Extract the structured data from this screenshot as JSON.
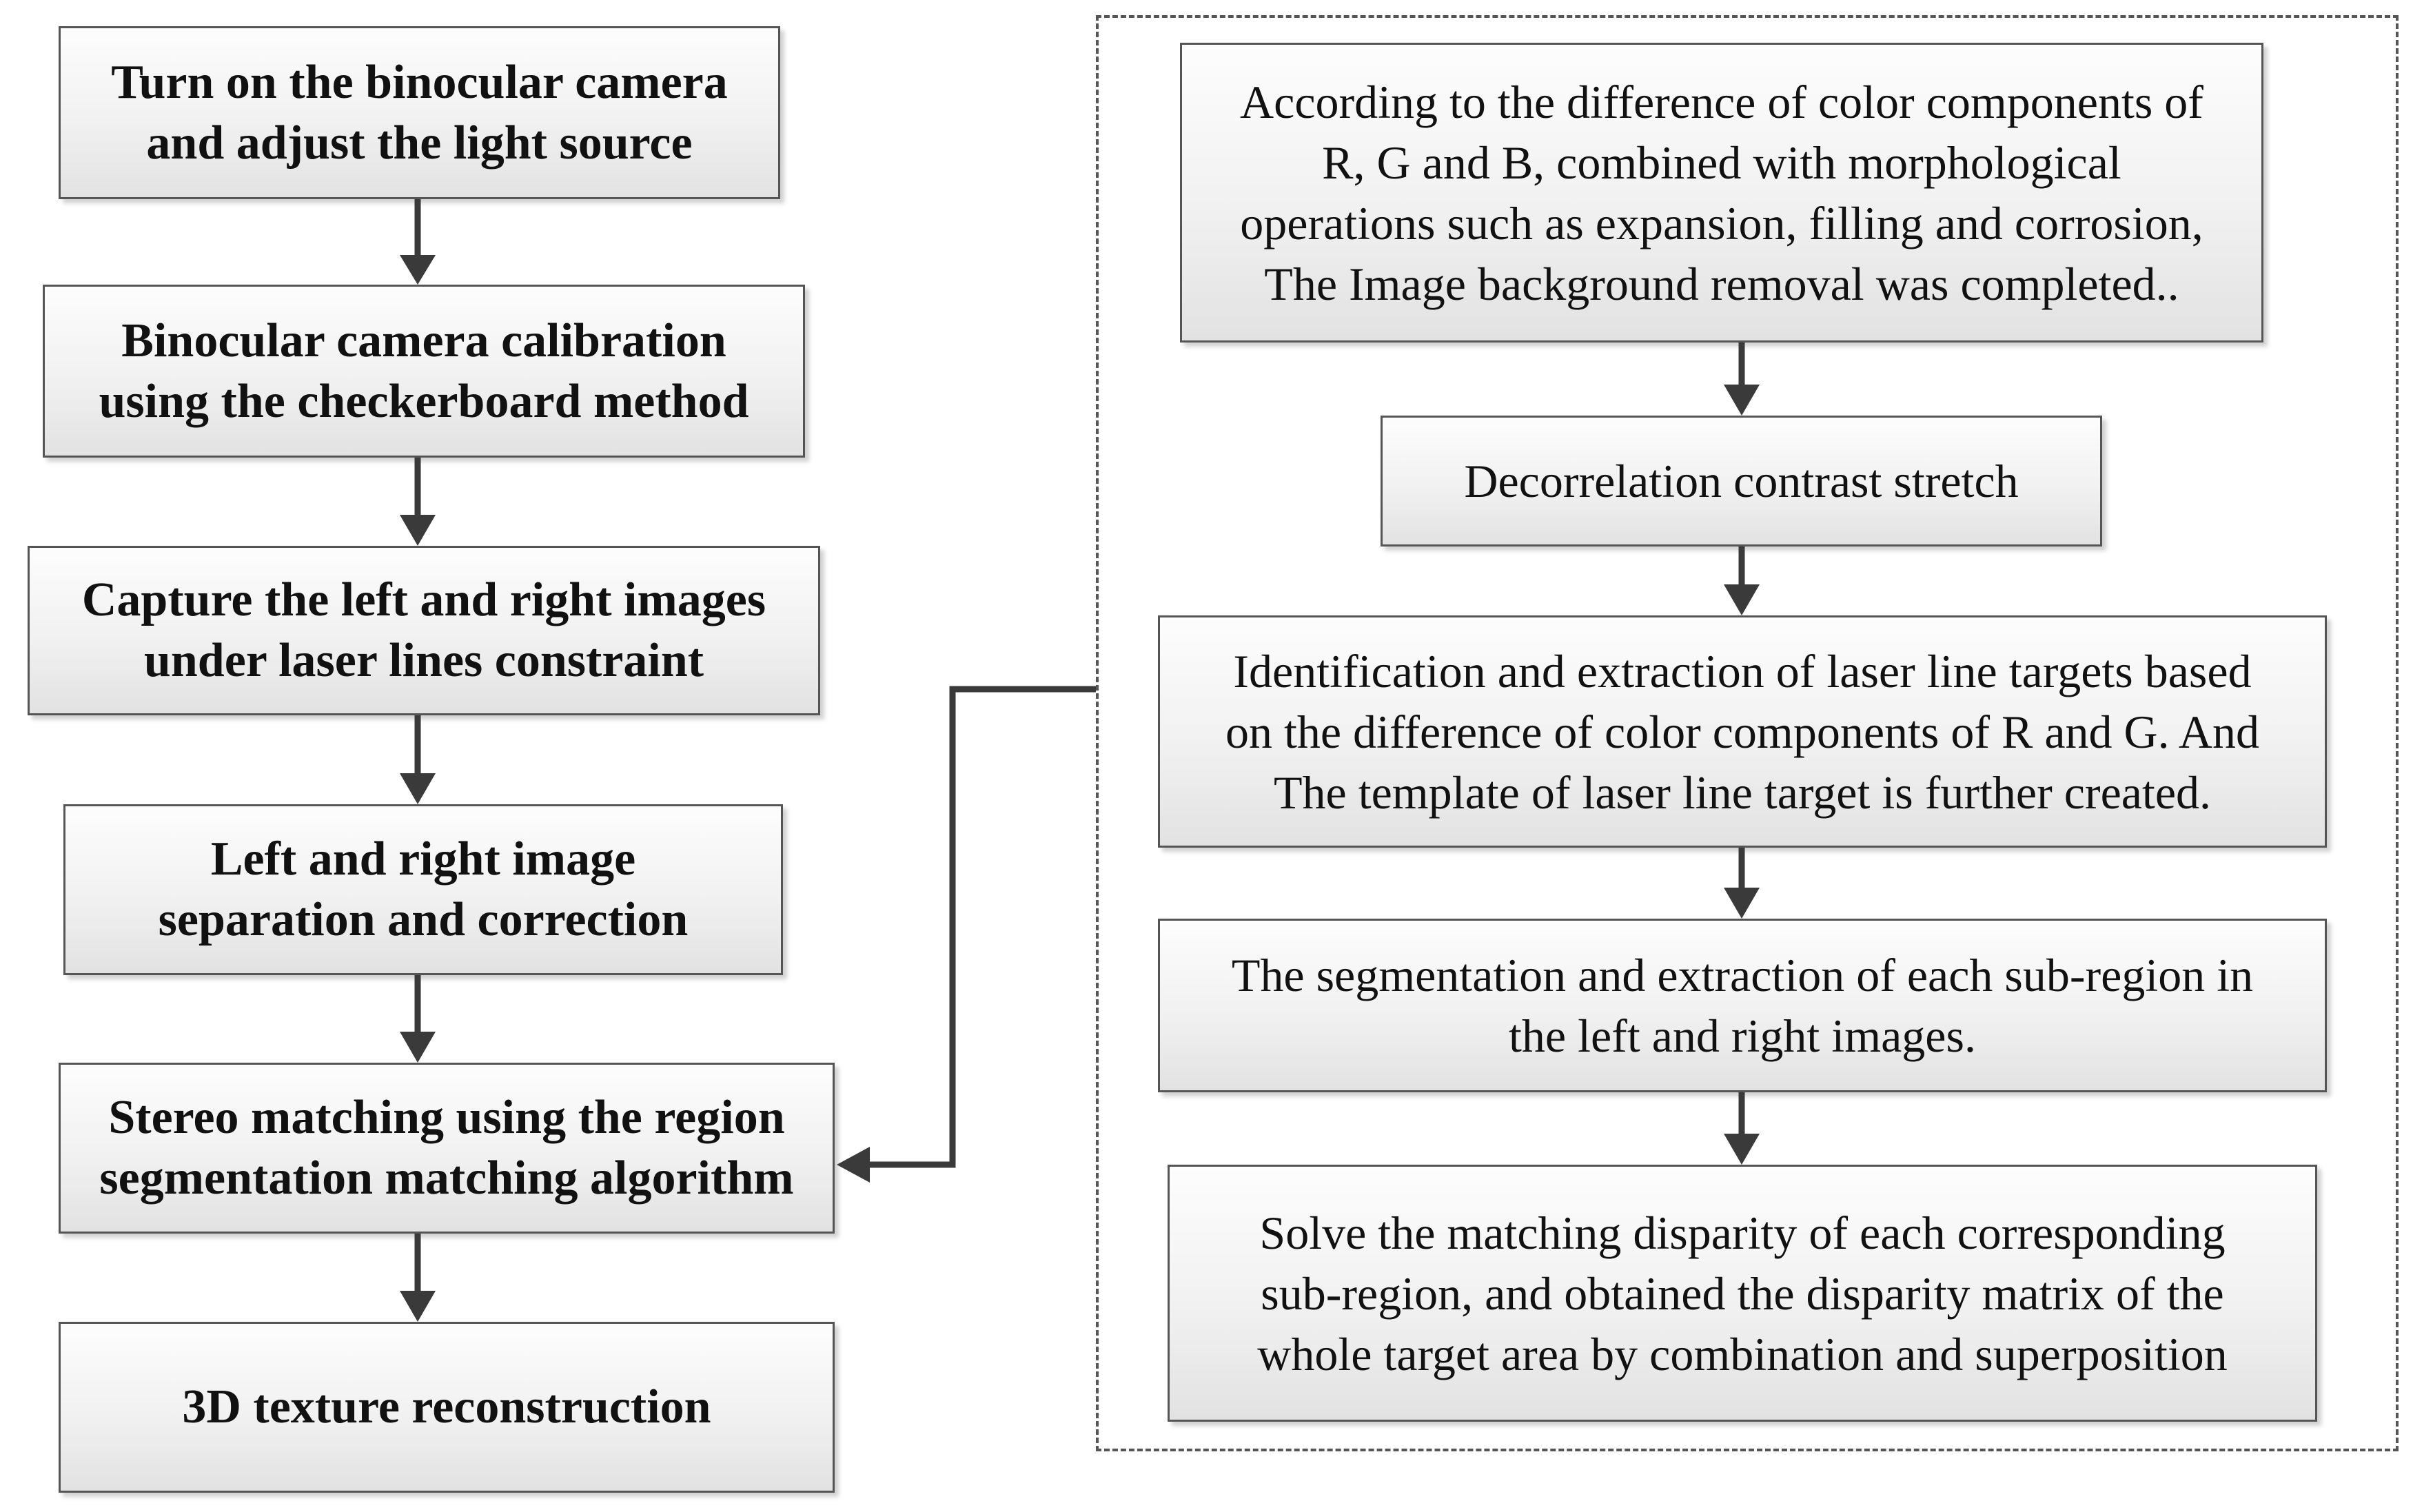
{
  "left_flow": [
    {
      "text": "Turn on the binocular camera\nand adjust the light source"
    },
    {
      "text": "Binocular camera calibration\nusing the checkerboard method"
    },
    {
      "text": "Capture the left and right images\nunder laser lines constraint"
    },
    {
      "text": "Left and right image\nseparation and correction"
    },
    {
      "text": "Stereo matching using the region\nsegmentation matching algorithm"
    },
    {
      "text": "3D texture reconstruction"
    }
  ],
  "right_flow": [
    {
      "text": "According to the difference of color components of\nR, G and B, combined with morphological\noperations such as expansion, filling and corrosion,\nThe Image background removal was completed.."
    },
    {
      "text": "Decorrelation contrast stretch"
    },
    {
      "text": "Identification and extraction of laser line targets based\non the difference of color components of R and G. And\nThe template of laser line target is further created."
    },
    {
      "text": "The segmentation and extraction of each sub-region in\nthe left and right images."
    },
    {
      "text": "Solve the matching disparity of each corresponding\nsub-region, and obtained the disparity matrix of the\nwhole target area by combination and superposition"
    }
  ],
  "colors": {
    "box_border": "#555555",
    "arrow": "#3a3a3a",
    "box_fill_top": "#fdfdfd",
    "box_fill_bottom": "#e2e2e2"
  }
}
